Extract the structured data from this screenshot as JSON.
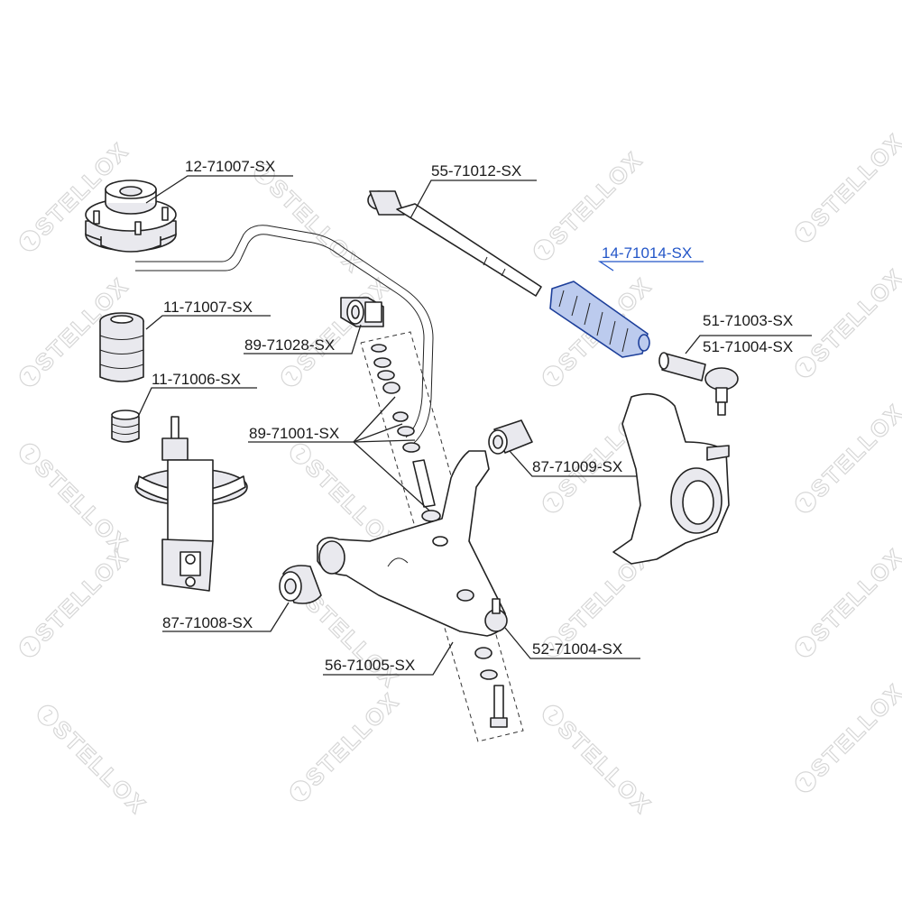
{
  "watermark": {
    "text": "STELLOX"
  },
  "colors": {
    "highlight": "#2356c8",
    "line": "#222222",
    "part_fill": "#e9e9ee",
    "highlight_fill": "#bccbee"
  },
  "labels": {
    "top_mount": "12-71007-SX",
    "tie_rod": "55-71012-SX",
    "steering_boot": "14-71014-SX",
    "bump_stop_cover": "11-71007-SX",
    "stabilizer_bushing": "89-71028-SX",
    "tie_rod_end_a": "51-71003-SX",
    "tie_rod_end_b": "51-71004-SX",
    "bump_stop": "11-71006-SX",
    "stabilizer_link": "89-71001-SX",
    "arm_bushing_front": "87-71009-SX",
    "arm_bushing_rear": "87-71008-SX",
    "ball_joint": "52-71004-SX",
    "control_arm": "56-71005-SX"
  }
}
